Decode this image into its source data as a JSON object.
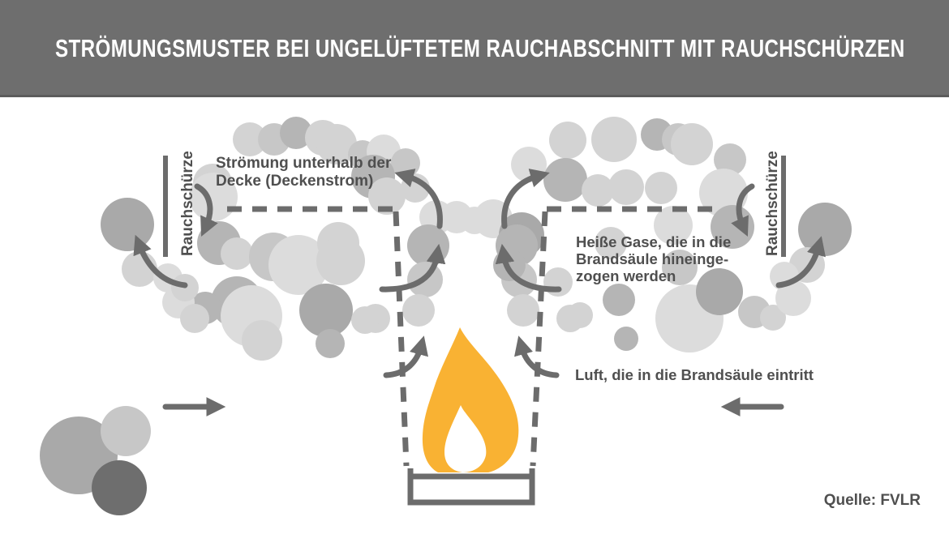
{
  "header": {
    "title": "STRÖMUNGSMUSTER BEI UNGELÜFTETEM RAUCHABSCHNITT MIT RAUCHSCHÜRZEN"
  },
  "diagram": {
    "curtain_left_label": "Rauchschürze",
    "curtain_right_label": "Rauchschürze",
    "ceiling_flow_label": [
      "Strömung unterhalb der",
      "Decke (Deckenstrom)"
    ],
    "hot_gases_label": [
      "Heiße Gase, die in die",
      "Brandsäule hineinge-",
      "zogen werden"
    ],
    "air_label": "Luft, die in die Brandsäule eintritt",
    "source_label": "Quelle: FVLR"
  },
  "colors": {
    "header_bg": "#6E6E6E",
    "header_edge": "#5C5C5C",
    "title_text": "#FFFFFF",
    "label_text": "#4F4F4F",
    "line_gray": "#6C6C6C",
    "flame_orange": "#F9B233",
    "smoke_1": "#DCDCDC",
    "smoke_2": "#D3D3D3",
    "smoke_3": "#C7C7C7",
    "smoke_4": "#B5B5B5",
    "smoke_5": "#A9A9A9",
    "smoke_dark": "#6E6E6E"
  }
}
